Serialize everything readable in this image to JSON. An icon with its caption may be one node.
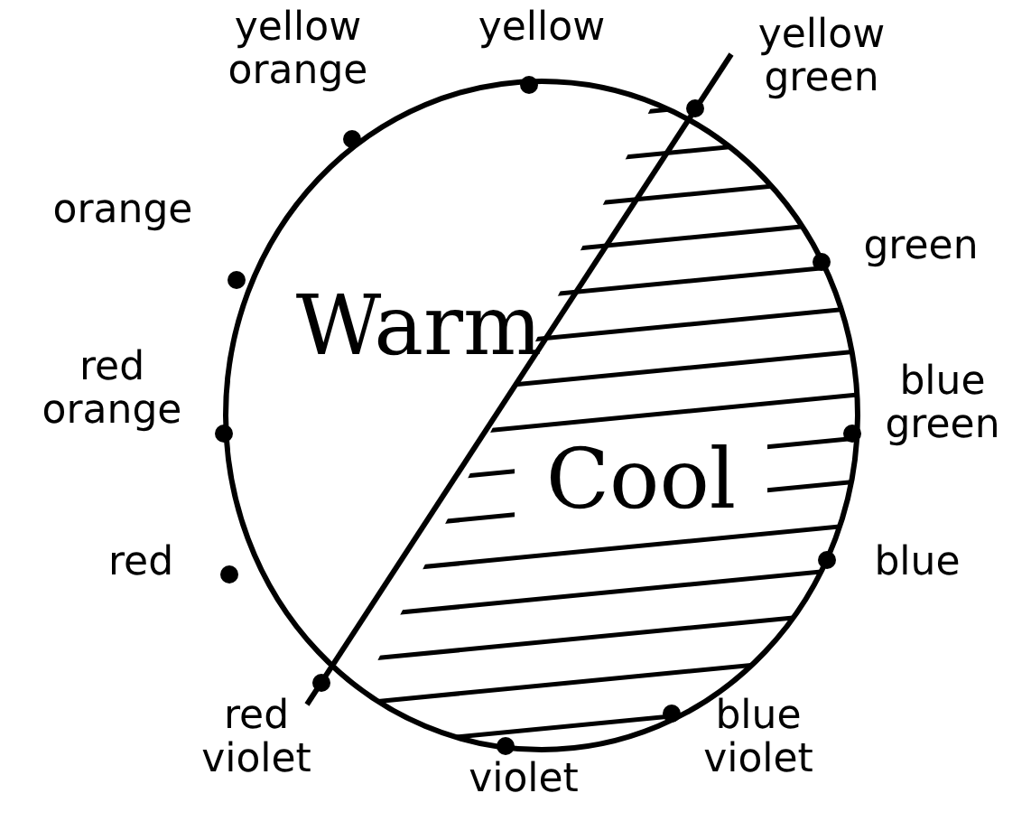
{
  "diagram": {
    "labels": [
      "yellow orange",
      "yellow",
      "yellow green",
      "orange",
      "Warm",
      "green",
      "red orange",
      "blue green",
      "Cool",
      "red",
      "blue",
      "red violet",
      "blue violet",
      "violet"
    ]
  }
}
